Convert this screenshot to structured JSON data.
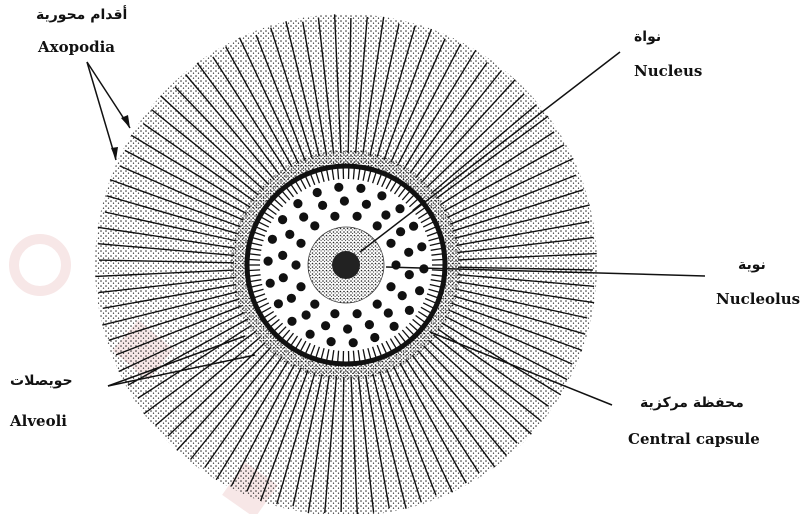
{
  "diagram": {
    "labels": {
      "axopodia_ar": "أقدام محورية",
      "axopodia_en": "Axopodia",
      "nucleus_ar": "نواة",
      "nucleus_en": "Nucleus",
      "nucleolus_ar": "نوية",
      "nucleolus_en": "Nucleolus",
      "alveoli_ar": "حويصلات",
      "alveoli_en": "Alveoli",
      "capsule_ar": "محفظة مركزية",
      "capsule_en": "Central capsule"
    },
    "ink_color": "#111111",
    "watermark_color": "#e8b9b9"
  }
}
